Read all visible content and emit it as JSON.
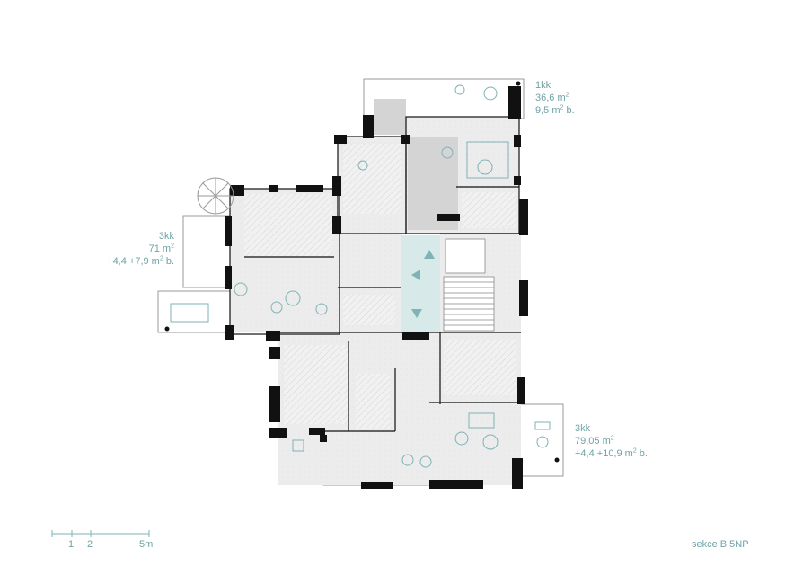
{
  "units": {
    "unit_1kk": {
      "name": "1kk",
      "area": "36,6 m",
      "balcony": "9,5 m",
      "balcony_suffix": " b."
    },
    "unit_3kk_left": {
      "name": "3kk",
      "area": "71 m",
      "balcony": "+4,4 +7,9 m",
      "balcony_suffix": " b."
    },
    "unit_3kk_right": {
      "name": "3kk",
      "area": "79,05 m",
      "balcony": "+4,4 +10,9 m",
      "balcony_suffix": " b."
    },
    "superscript": "2"
  },
  "scale_bar": {
    "labels": [
      "1",
      "2",
      "5m"
    ]
  },
  "section_label": "sekce B 5NP",
  "colors": {
    "wall": "#111111",
    "stair_core": "#d7e9e8",
    "arrow": "#7fb3b5",
    "hatch": "#cfcfcf",
    "grey_room": "#d4d4d4",
    "label": "#6fa3a6"
  }
}
